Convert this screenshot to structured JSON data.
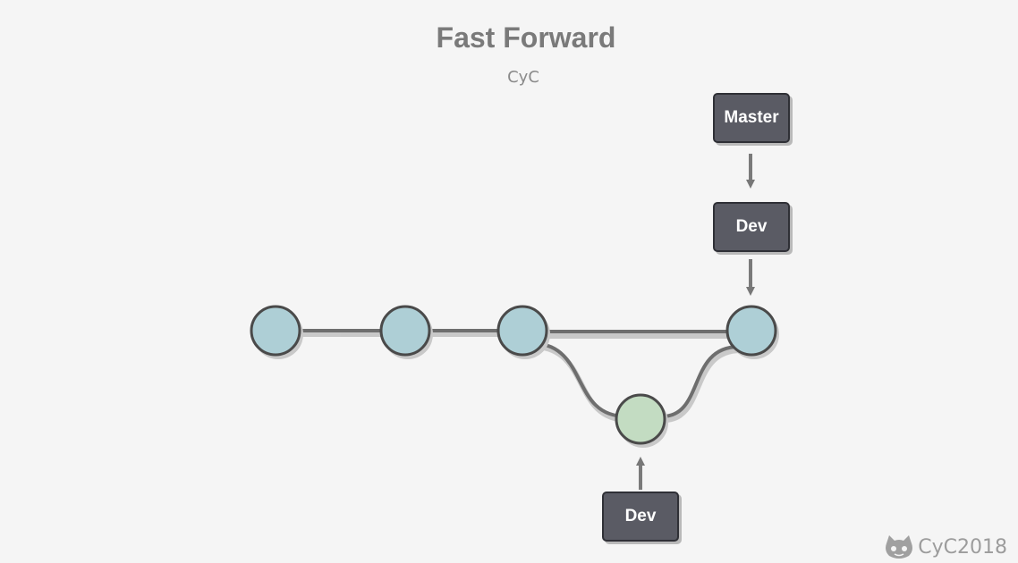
{
  "title": "Fast Forward",
  "subtitle": "CyC",
  "labels": {
    "master": "Master",
    "dev_top": "Dev",
    "dev_bottom": "Dev"
  },
  "watermark": {
    "text": "CyC2018",
    "icon": "cat-icon"
  },
  "colors": {
    "background": "#f5f5f5",
    "commit_fill": "#aecfd6",
    "branch_commit_fill": "#c3dcc2",
    "outline": "#4a4a4a",
    "label_fill": "#5a5b64"
  },
  "commits": [
    {
      "id": "c1",
      "branch": "main"
    },
    {
      "id": "c2",
      "branch": "main"
    },
    {
      "id": "c3",
      "branch": "main"
    },
    {
      "id": "c4",
      "branch": "main"
    },
    {
      "id": "d1",
      "branch": "dev"
    }
  ]
}
